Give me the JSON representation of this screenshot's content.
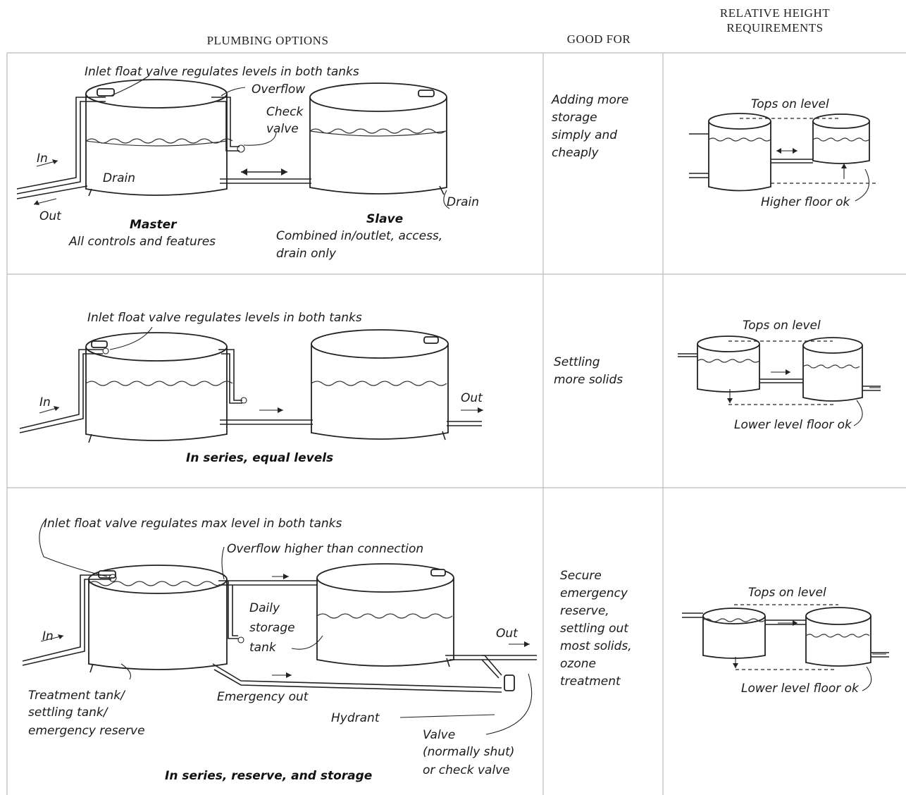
{
  "headers": {
    "plumbing": "PLUMBING OPTIONS",
    "good_for": "GOOD FOR",
    "relative_height_line1": "RELATIVE HEIGHT",
    "relative_height_line2": "REQUIREMENTS"
  },
  "rows": [
    {
      "labels": {
        "inlet": "Inlet float valve regulates levels in both tanks",
        "overflow": "Overflow",
        "check": "Check",
        "valve": "valve",
        "in": "In",
        "out": "Out",
        "drain_left": "Drain",
        "drain_right": "Drain",
        "master": "Master",
        "master_sub": "All controls and features",
        "slave": "Slave",
        "slave_sub1": "Combined in/outlet, access,",
        "slave_sub2": "drain only"
      },
      "good_for": "Adding more\nstorage\nsimply and\ncheaply",
      "height": {
        "top": "Tops on level",
        "bottom": "Higher floor ok"
      }
    },
    {
      "labels": {
        "inlet": "Inlet float valve regulates levels in both tanks",
        "in": "In",
        "out": "Out",
        "caption": "In series, equal levels"
      },
      "good_for": "Settling\nmore solids",
      "height": {
        "top": "Tops on level",
        "bottom": "Lower level floor ok"
      }
    },
    {
      "labels": {
        "inlet": "Inlet float valve regulates max level in both tanks",
        "overflow": "Overflow higher than connection",
        "daily1": "Daily",
        "daily2": "storage",
        "daily3": "tank",
        "in": "In",
        "out": "Out",
        "treat1": "Treatment tank/",
        "treat2": "settling tank/",
        "treat3": "emergency reserve",
        "emergency": "Emergency out",
        "hydrant": "Hydrant",
        "valve1": "Valve",
        "valve2": "(normally shut)",
        "valve3": "or check valve",
        "caption": "In series, reserve, and storage"
      },
      "good_for": "Secure\nemergency\nreserve,\nsettling out\nmost solids,\nozone\ntreatment",
      "height": {
        "top": "Tops on level",
        "bottom": "Lower level floor ok"
      }
    }
  ]
}
